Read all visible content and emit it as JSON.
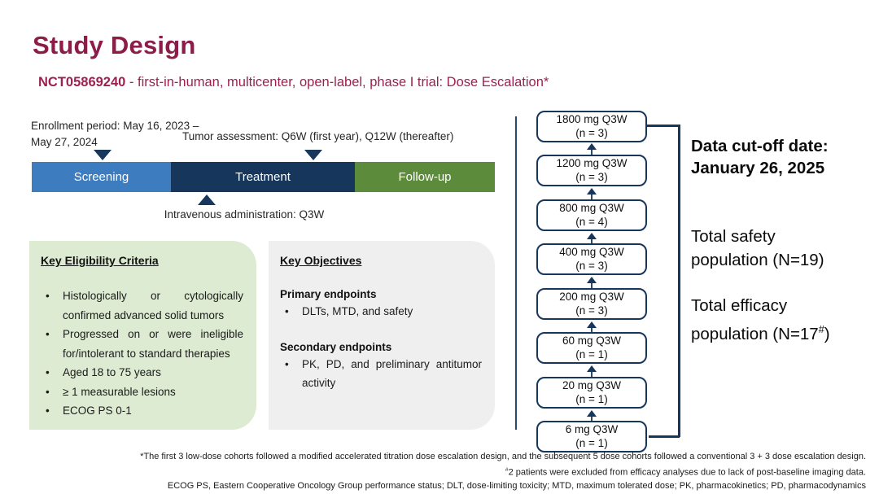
{
  "slide": {
    "title": "Study Design",
    "subtitle_id": "NCT05869240",
    "subtitle_rest": " - first-in-human, multicenter, open-label, phase I trial: Dose Escalation*"
  },
  "colors": {
    "accent_maroon": "#8B1D48",
    "screening_blue": "#3D7CBE",
    "treatment_navy": "#16365C",
    "followup_green": "#5C8B3B",
    "eligibility_bg": "#DDEBD2",
    "objectives_bg": "#EFEFEF"
  },
  "timeline": {
    "enrollment_note": "Enrollment period: May 16, 2023 – May 27, 2024",
    "tumor_note": "Tumor assessment: Q6W (first year), Q12W (thereafter)",
    "iv_note": "Intravenous administration: Q3W",
    "phases": [
      {
        "label": "Screening"
      },
      {
        "label": "Treatment"
      },
      {
        "label": "Follow-up"
      }
    ]
  },
  "eligibility": {
    "title": "Key Eligibility Criteria",
    "items": [
      "Histologically or cytologically confirmed advanced solid tumors",
      "Progressed on or were ineligible for/intolerant to standard therapies",
      "Aged 18 to 75 years",
      "≥ 1 measurable lesions",
      "ECOG PS 0-1"
    ]
  },
  "objectives": {
    "title": "Key Objectives",
    "primary_label": "Primary endpoints",
    "primary_item": "DLTs, MTD, and safety",
    "secondary_label": "Secondary endpoints",
    "secondary_item": "PK, PD, and preliminary antitumor activity"
  },
  "dose_escalation": {
    "cohorts": [
      {
        "dose": "1800 mg Q3W",
        "n": "(n = 3)"
      },
      {
        "dose": "1200 mg Q3W",
        "n": "(n = 3)"
      },
      {
        "dose": "800 mg Q3W",
        "n": "(n = 4)"
      },
      {
        "dose": "400 mg Q3W",
        "n": "(n = 3)"
      },
      {
        "dose": "200 mg Q3W",
        "n": "(n = 3)"
      },
      {
        "dose": "60 mg Q3W",
        "n": "(n = 1)"
      },
      {
        "dose": "20 mg Q3W",
        "n": "(n = 1)"
      },
      {
        "dose": "6 mg Q3W",
        "n": "(n = 1)"
      }
    ]
  },
  "summary": {
    "cutoff_label": "Data cut-off date:",
    "cutoff_date": "January 26, 2025",
    "safety_line1": "Total safety",
    "safety_line2": "population (N=19)",
    "efficacy_line1": "Total efficacy",
    "efficacy_line2_pre": "population (N=17",
    "efficacy_sup": "#",
    "efficacy_line2_post": ")"
  },
  "footnotes": {
    "line1": "*The first 3 low-dose cohorts followed a modified accelerated titration dose escalation design, and the subsequent 5 dose cohorts followed a conventional 3 + 3 dose escalation design.",
    "line2_sup": "#",
    "line2": "2 patients were excluded from efficacy analyses due to lack of post-baseline imaging data.",
    "line3": "ECOG PS, Eastern Cooperative Oncology Group performance status; DLT, dose-limiting toxicity; MTD, maximum tolerated dose; PK, pharmacokinetics; PD, pharmacodynamics"
  }
}
